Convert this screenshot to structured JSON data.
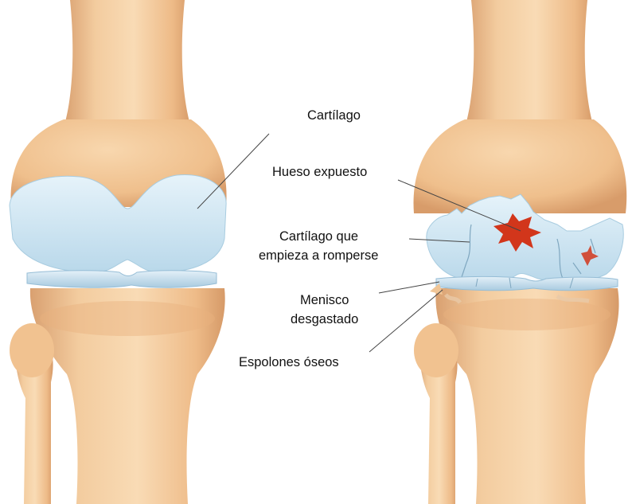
{
  "labels": {
    "cartilage": "Cartílago",
    "exposed_bone": "Hueso expuesto",
    "cartilage_breaking_1": "Cartílago que",
    "cartilage_breaking_2": "empieza a romperse",
    "worn_meniscus_1": "Menisco",
    "worn_meniscus_2": "desgastado",
    "bone_spurs": "Espolones óseos"
  },
  "colors": {
    "bone": "#f2c79a",
    "bone_shadow": "#d9a070",
    "cartilage": "#cfe6f3",
    "cartilage_edge": "#9ec3da",
    "meniscus": "#bcd9ea",
    "exposed_bone": "#d2361b",
    "leader_line": "#444444"
  }
}
